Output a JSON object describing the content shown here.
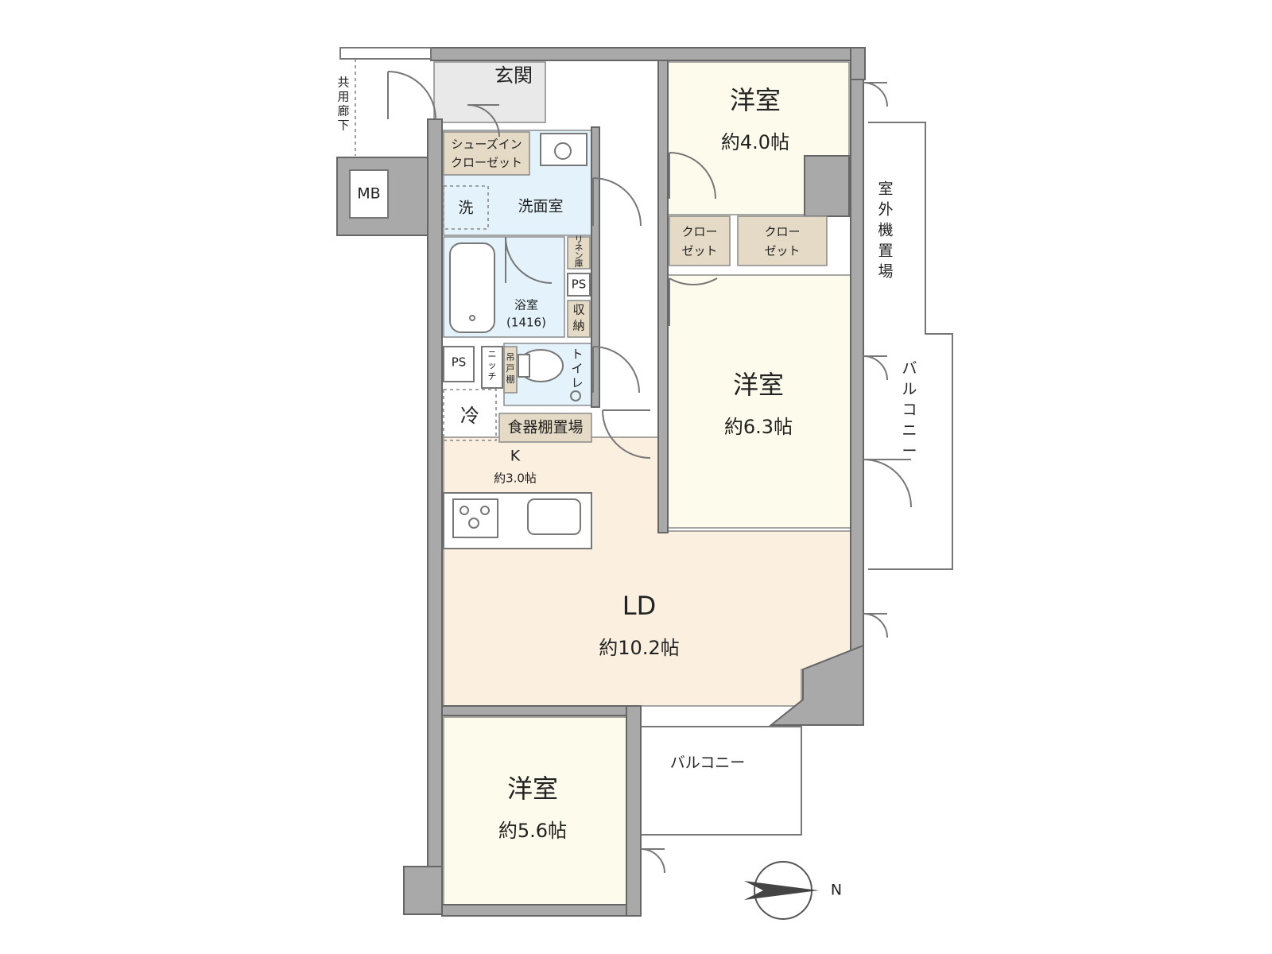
{
  "plan": {
    "entrance": "玄関",
    "common_corridor": [
      "共",
      "用",
      "廊",
      "下"
    ],
    "mb": "MB",
    "shoe_closet": [
      "シューズイン",
      "クローゼット"
    ],
    "washroom": "洗面室",
    "washer": "洗",
    "bathroom": "浴室",
    "bathroom_size": "(1416)",
    "linen": [
      "リ",
      "ネ",
      "ン",
      "庫"
    ],
    "ps1": "PS",
    "ps2": "PS",
    "storage": [
      "収",
      "納"
    ],
    "niche": [
      "ニ",
      "ッ",
      "チ"
    ],
    "toilet": [
      "ト",
      "イ",
      "レ"
    ],
    "hanging_shelf": [
      "吊",
      "戸",
      "棚"
    ],
    "fridge": "冷",
    "dish_rack": "食器棚置場",
    "kitchen": "K",
    "kitchen_size": "約3.0帖",
    "ld": "LD",
    "ld_size": "約10.2帖",
    "room1": "洋室",
    "room1_size": "約4.0帖",
    "room2": "洋室",
    "room2_size": "約6.3帖",
    "room3": "洋室",
    "room3_size": "約5.6帖",
    "closet1": [
      "クロー",
      "ゼット"
    ],
    "closet2": [
      "クロー",
      "ゼット"
    ],
    "ac_outdoor": [
      "室",
      "外",
      "機",
      "置",
      "場"
    ],
    "balcony_side": [
      "バ",
      "ル",
      "コ",
      "ニ",
      "ー"
    ],
    "balcony_bottom": "バルコニー",
    "north": "N"
  },
  "colors": {
    "wall": "#a9a9a9",
    "bedroom": "#fdfbeb",
    "ld": "#fbefdf",
    "wet": "#e4f2fb",
    "closet": "#e4dac6",
    "tile": "#e9e9e9"
  },
  "icons": [
    "compass-icon",
    "stove-icon",
    "sink-icon",
    "bathtub-icon",
    "toilet-icon",
    "washbasin-icon"
  ]
}
